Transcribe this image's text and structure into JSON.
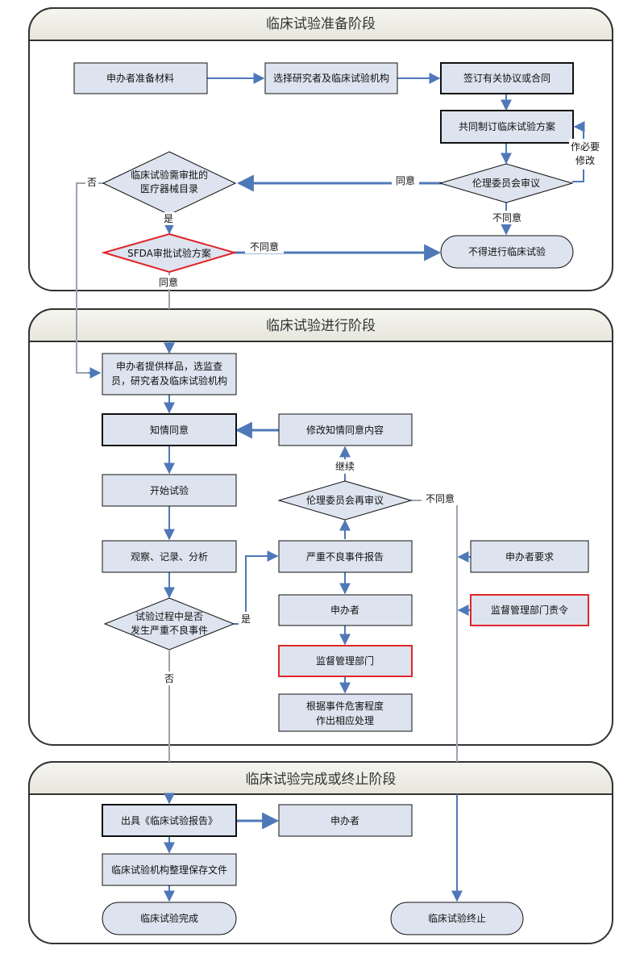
{
  "phases": [
    {
      "title": "临床试验准备阶段"
    },
    {
      "title": "临床试验进行阶段"
    },
    {
      "title": "临床试验完成或终止阶段"
    }
  ],
  "nodes": {
    "sponsor_prepare": "申办者准备材料",
    "select_investigator": "选择研究者及临床试验机构",
    "sign_agreement": "签订有关协议或合同",
    "draft_protocol": "共同制订临床试验方案",
    "ethics_review": "伦理委员会审议",
    "device_catalog_1": "临床试验需审批的",
    "device_catalog_2": "医疗器械目录",
    "sfda_approval": "SFDA审批试验方案",
    "not_allowed": "不得进行临床试验",
    "provide_samples_1": "申办者提供样品，选监查",
    "provide_samples_2": "员，研究者及临床试验机构",
    "informed_consent": "知情同意",
    "revise_consent": "修改知情同意内容",
    "start_trial": "开始试验",
    "ethics_rereview": "伦理委员会再审议",
    "observe": "观察、记录、分析",
    "sae_report": "严重不良事件报告",
    "sponsor_request": "申办者要求",
    "sae_question_1": "试验过程中是否",
    "sae_question_2": "发生严重不良事件",
    "sponsor_mid": "申办者",
    "regulator_order": "监督管理部门责令",
    "regulator": "监督管理部门",
    "handle_1": "根据事件危害程度",
    "handle_2": "作出相应处理",
    "issue_report": "出具《临床试验报告》",
    "sponsor_end": "申办者",
    "archive": "临床试验机构整理保存文件",
    "trial_complete": "临床试验完成",
    "trial_terminate": "临床试验终止"
  },
  "labels": {
    "no": "否",
    "yes": "是",
    "agree": "同意",
    "disagree": "不同意",
    "revise_if_needed_1": "作必要",
    "revise_if_needed_2": "修改",
    "continue": "继续"
  },
  "colors": {
    "box_fill": "#dde4ef",
    "box_stroke": "#111111",
    "highlight_stroke": "#e0262a",
    "arrow": "#4f78b8",
    "line_gray": "#9aa3b0",
    "panel_stroke": "#333333",
    "phase_header": "#f1f1ea"
  }
}
